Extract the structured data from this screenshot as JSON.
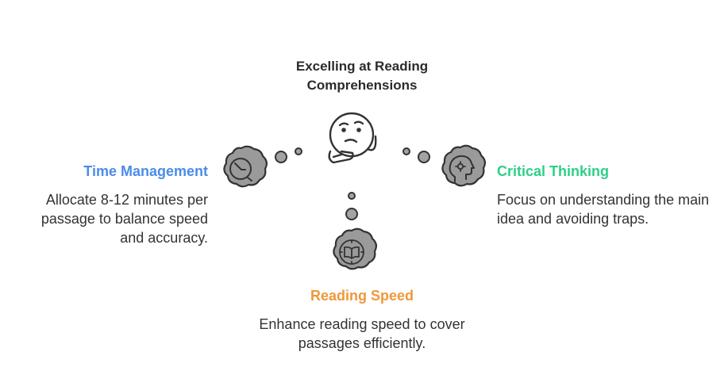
{
  "title": "Excelling at Reading Comprehensions",
  "colors": {
    "time_management": "#4a8ce8",
    "critical_thinking": "#2ecf86",
    "reading_speed": "#f0983a",
    "badge_fill": "#9a9a9a",
    "text": "#333333"
  },
  "center_icon": "thinking-face-icon",
  "branches": [
    {
      "id": "time-management",
      "heading": "Time Management",
      "description": "Allocate 8-12 minutes per passage to balance speed and accuracy.",
      "icon": "clock-icon"
    },
    {
      "id": "critical-thinking",
      "heading": "Critical Thinking",
      "description": "Focus on understanding the main idea and avoiding traps.",
      "icon": "brain-gear-icon"
    },
    {
      "id": "reading-speed",
      "heading": "Reading Speed",
      "description": "Enhance reading speed to cover passages efficiently.",
      "icon": "book-icon"
    }
  ]
}
